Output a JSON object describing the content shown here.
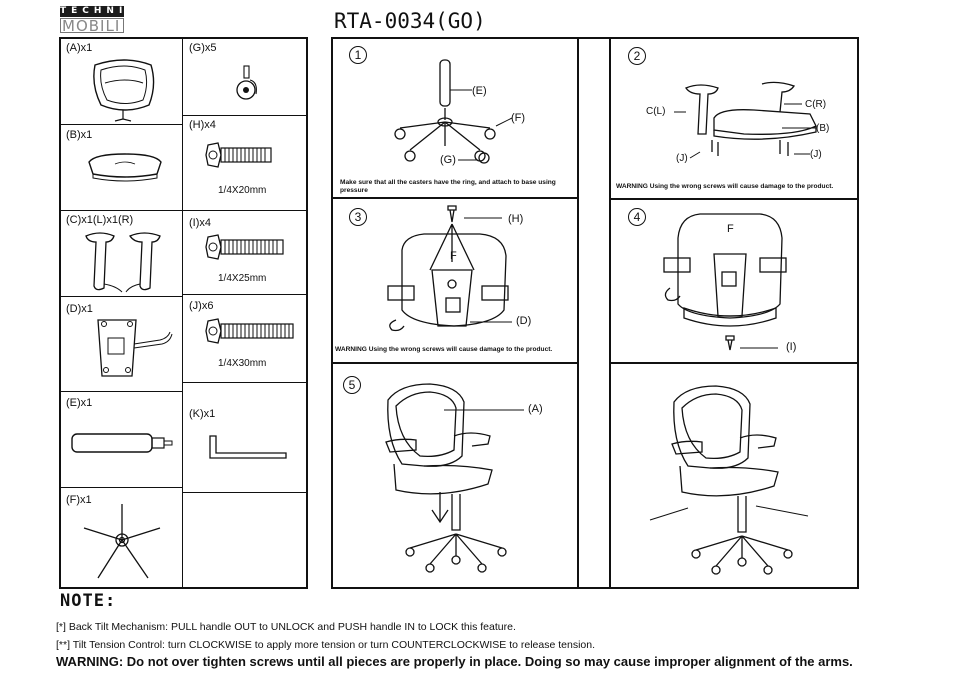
{
  "logo": {
    "top": "TECHNI",
    "bottom": "MOBILI"
  },
  "title": "RTA-0034(GO)",
  "parts": {
    "A": "(A)x1",
    "B": "(B)x1",
    "C": "(C)x1(L)x1(R)",
    "D": "(D)x1",
    "E": "(E)x1",
    "F": "(F)x1",
    "G": "(G)x5",
    "H": "(H)x4",
    "H_size": "1/4X20mm",
    "I": "(I)x4",
    "I_size": "1/4X25mm",
    "J": "(J)x6",
    "J_size": "1/4X30mm",
    "K": "(K)x1"
  },
  "steps": {
    "s1": {
      "num": "1",
      "e": "(E)",
      "f": "(F)",
      "g": "(G)",
      "note": "Make sure that all the casters have the ring, and attach to base using",
      "note2": "pressure"
    },
    "s2": {
      "num": "2",
      "cl": "C(L)",
      "cr": "C(R)",
      "b": "(B)",
      "jl": "(J)",
      "jr": "(J)",
      "warning": "WARNING Using the wrong screws will cause damage to the product."
    },
    "s3": {
      "num": "3",
      "h": "(H)",
      "f": "F",
      "d": "(D)",
      "warning": "WARNING Using the wrong screws will cause damage to the product."
    },
    "s4": {
      "num": "4",
      "f": "F",
      "i": "(I)"
    },
    "s5": {
      "num": "5",
      "a": "(A)"
    }
  },
  "note": {
    "title": "NOTE:",
    "line1": "[*] Back Tilt Mechanism: PULL handle OUT to UNLOCK and PUSH handle IN to LOCK this feature.",
    "line2": "[**] Tilt Tension Control: turn CLOCKWISE to apply more tension or turn COUNTERCLOCKWISE to release tension.",
    "warning": "WARNING: Do not over tighten screws until all pieces are properly in place. Doing so may cause improper alignment of the arms."
  }
}
